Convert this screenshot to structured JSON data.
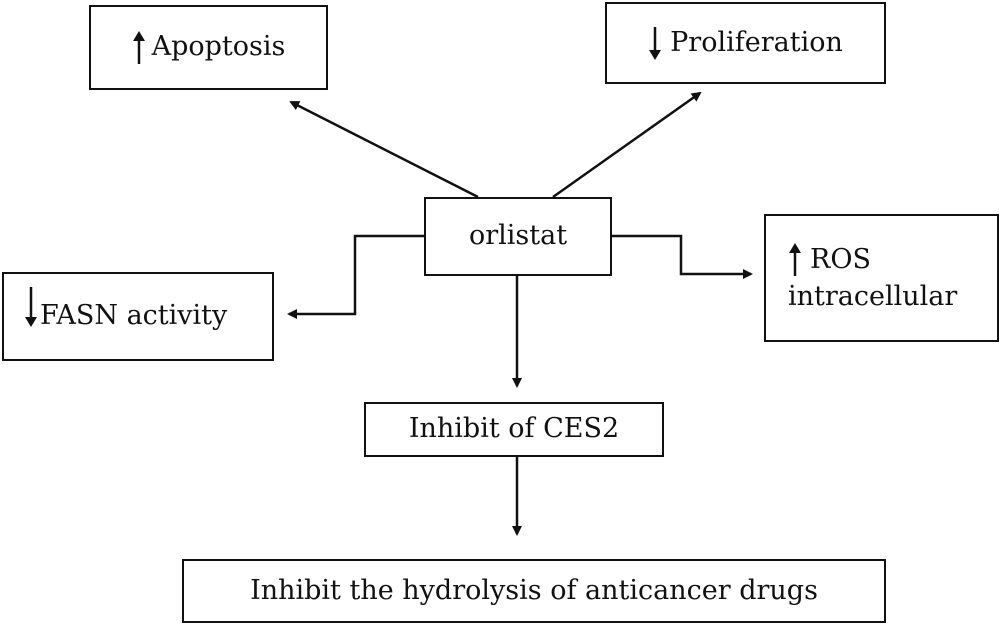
{
  "nodes": {
    "apoptosis": {
      "label": "Apoptosis",
      "indicator": "up-arrow-icon"
    },
    "proliferation": {
      "label": "Proliferation",
      "indicator": "down-arrow-icon"
    },
    "orlistat": {
      "label": "orlistat"
    },
    "fasn": {
      "label": "FASN activity",
      "indicator": "down-arrow-icon"
    },
    "ros": {
      "line1": "ROS",
      "line2": "intracellular",
      "indicator": "up-arrow-icon"
    },
    "ces2": {
      "label": "Inhibit of CES2"
    },
    "hydrolysis": {
      "label": "Inhibit the hydrolysis of anticancer drugs"
    }
  },
  "colors": {
    "stroke": "#111111",
    "background": "#ffffff"
  }
}
